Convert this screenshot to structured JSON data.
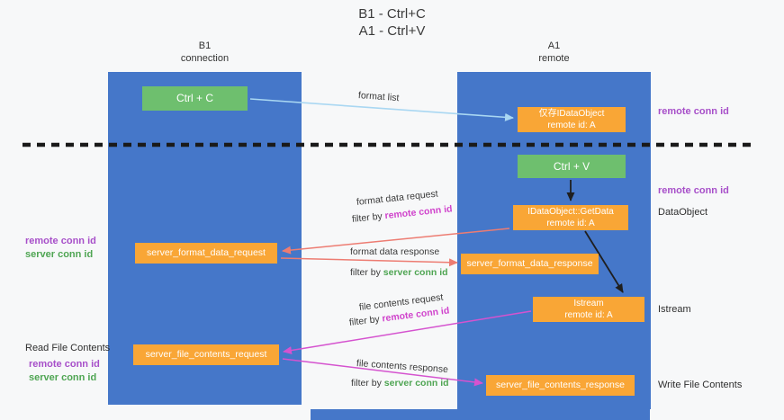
{
  "title": {
    "line1": "B1 - Ctrl+C",
    "line2": "A1 - Ctrl+V"
  },
  "lanes": {
    "left": {
      "name": "B1",
      "subtitle": "connection"
    },
    "right": {
      "name": "A1",
      "subtitle": "remote"
    }
  },
  "nodes": {
    "ctrl_c": {
      "label": "Ctrl + C"
    },
    "ctrl_v": {
      "label": "Ctrl + V"
    },
    "idataobject_cache": {
      "line1": "仅存IDataObject",
      "line2": "remote id: A"
    },
    "getdata": {
      "line1": "IDataObject::GetData",
      "line2": "remote id: A"
    },
    "istream": {
      "line1": "Istream",
      "line2": "remote id: A"
    },
    "format_request": {
      "label": "server_format_data_request"
    },
    "format_response": {
      "label": "server_format_data_response"
    },
    "file_request": {
      "label": "server_file_contents_request"
    },
    "file_response": {
      "label": "server_file_contents_response"
    }
  },
  "annotations": {
    "right": {
      "remote_conn_id_top": "remote conn id",
      "remote_conn_id_mid": "remote conn id",
      "dataobject": "DataObject",
      "istream": "Istream",
      "write_file_contents": "Write File Contents"
    },
    "left": {
      "remote_conn_id_format": "remote conn id",
      "server_conn_id_format": "server conn id",
      "read_file_contents": "Read File Contents",
      "remote_conn_id_file": "remote conn id",
      "server_conn_id_file": "server conn id"
    }
  },
  "arrows": {
    "format_list": {
      "label": "format list"
    },
    "format_data_request": {
      "label": "format data request",
      "filter_prefix": "filter by ",
      "filter_value": "remote conn id"
    },
    "format_data_response": {
      "label": "format data response",
      "filter_prefix": "filter by ",
      "filter_value": "server conn id"
    },
    "file_contents_request": {
      "label": "file contents request",
      "filter_prefix": "filter by ",
      "filter_value": "remote conn id"
    },
    "file_contents_response": {
      "label": "file contents response",
      "filter_prefix": "filter by ",
      "filter_value": "server conn id"
    }
  },
  "colors": {
    "lane_blue": "#4577c9",
    "node_green": "#6ebf6e",
    "node_orange": "#f9a636",
    "accent_purple": "#a74fc9",
    "accent_magenta": "#d044cc",
    "accent_green_text": "#4fa553",
    "arrow_blue": "#a9d7f2",
    "arrow_red": "#ed7c72",
    "arrow_magenta": "#d553cf",
    "arrow_black": "#1f1f1f"
  }
}
